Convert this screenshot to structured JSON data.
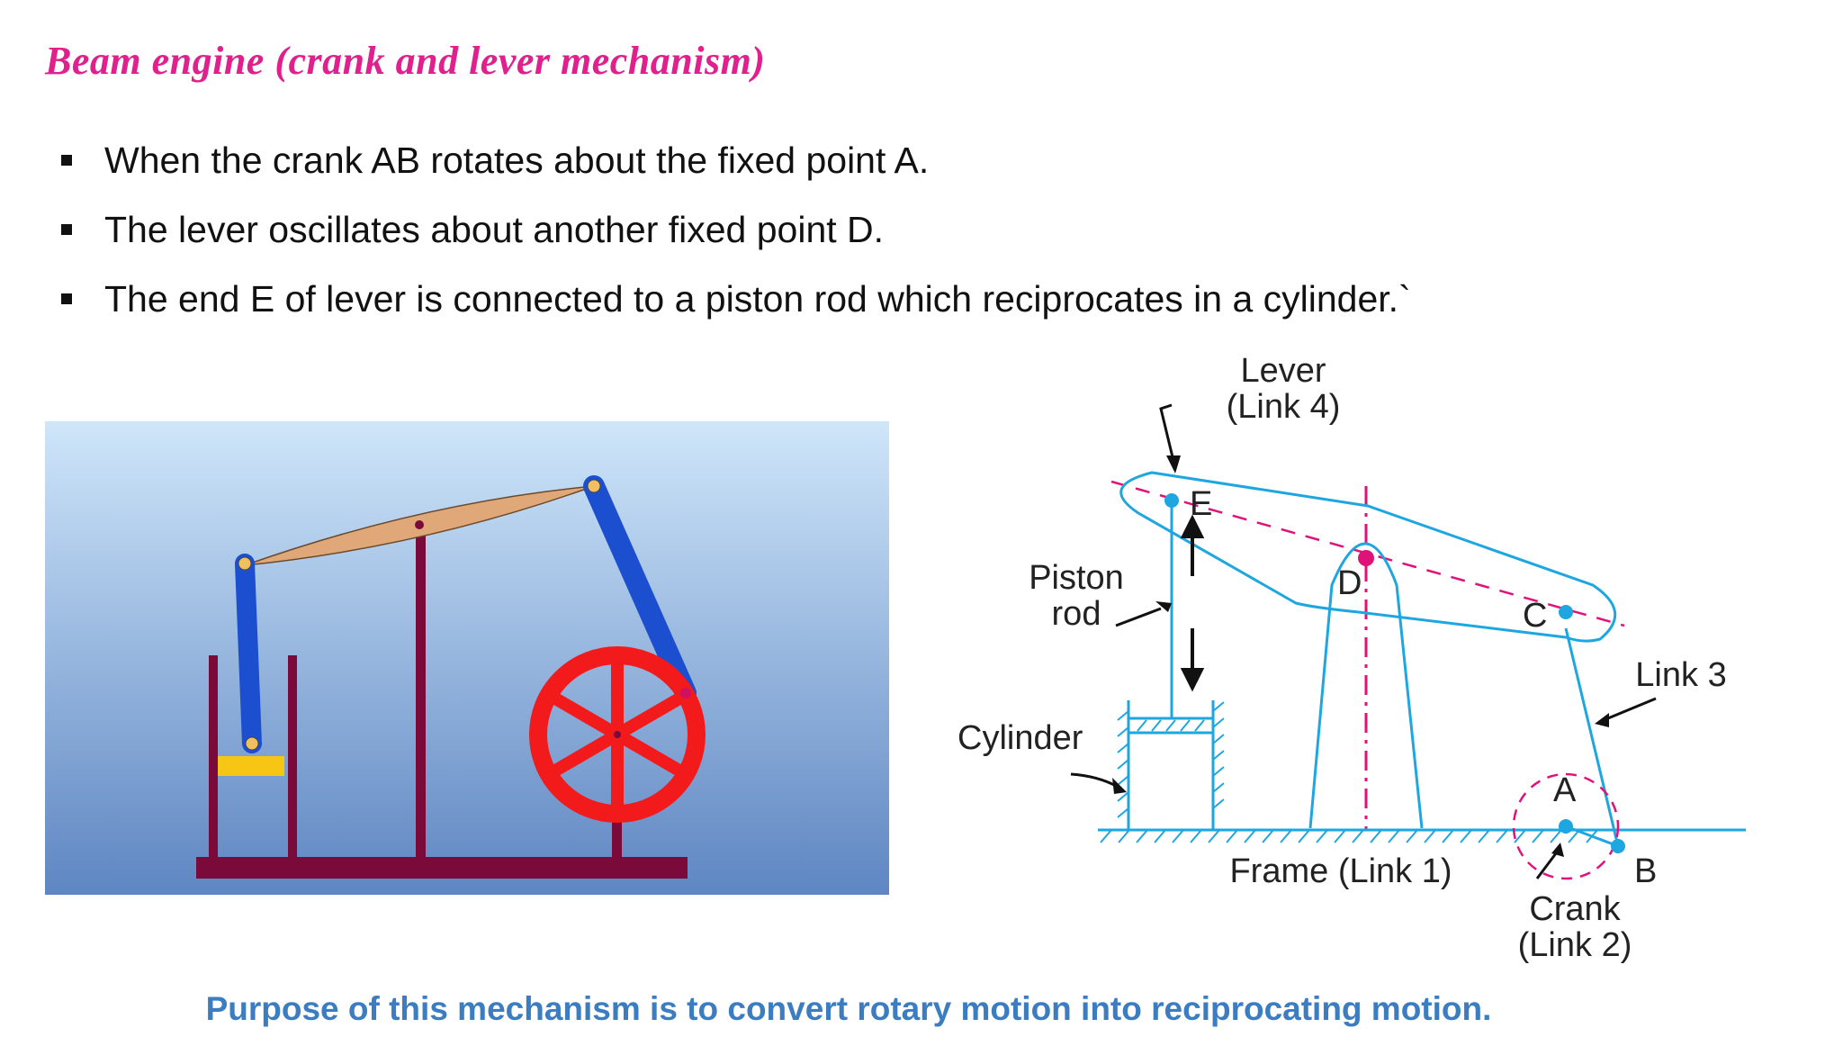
{
  "slide": {
    "title": "Beam engine (crank and lever mechanism)",
    "bullets": [
      "When the crank AB rotates about the fixed point A.",
      "The lever oscillates about another fixed point D.",
      "The end E of lever is connected to a piston rod which reciprocates in a cylinder.`"
    ],
    "purpose": "Purpose of this mechanism is to convert rotary motion into reciprocating motion."
  },
  "diagram": {
    "lever_label": "Lever",
    "lever_link": "(Link 4)",
    "piston_label": "Piston",
    "piston_label2": "rod",
    "cylinder_label": "Cylinder",
    "link3_label": "Link 3",
    "frame_label": "Frame (Link 1)",
    "crank_label": "Crank",
    "crank_link": "(Link 2)",
    "point_e": "E",
    "point_d": "D",
    "point_c": "C",
    "point_a": "A",
    "point_b": "B"
  },
  "colors": {
    "title": "#e0208c",
    "purpose": "#3b7dc0",
    "diagram_line": "#1ea6e0",
    "centre_line": "#e0127a",
    "beam": "#e0a878",
    "wheel": "#f21a1a",
    "frame_post": "#7a0a3a",
    "link": "#1c4fd0"
  }
}
